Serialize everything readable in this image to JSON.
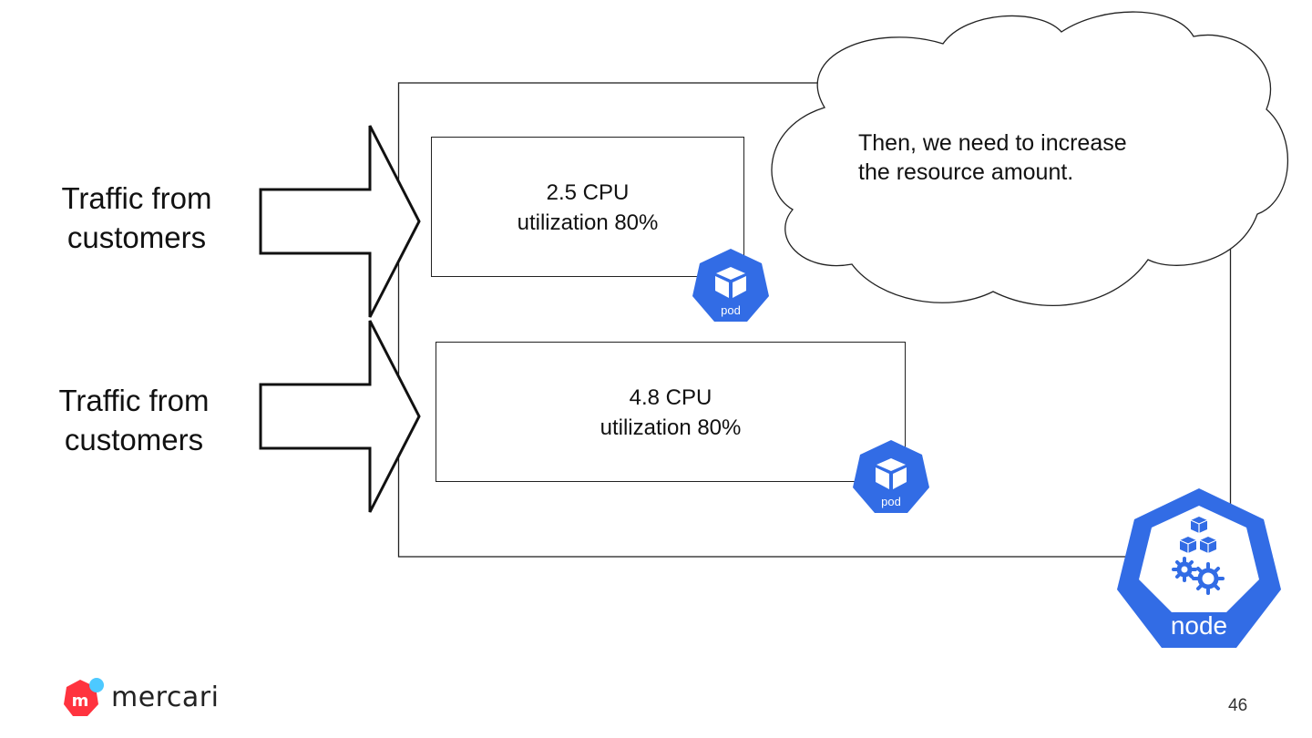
{
  "traffic_labels": [
    "Traffic from\ncustomers",
    "Traffic from\ncustomers"
  ],
  "pods": [
    {
      "cpu": "2.5 CPU",
      "utilization": "utilization 80%",
      "icon_label": "pod"
    },
    {
      "cpu": "4.8 CPU",
      "utilization": "utilization 80%",
      "icon_label": "pod"
    }
  ],
  "callout": "Then, we need to increase\nthe resource amount.",
  "node": {
    "icon_label": "node"
  },
  "brand": {
    "name": "mercari",
    "logo_letter": "m"
  },
  "page_number": "46",
  "colors": {
    "k8s_blue": "#326CE5",
    "brand_red": "#FF333F",
    "brand_cyan": "#4DC9FF",
    "stroke": "#222222"
  },
  "icons": [
    "pod-icon",
    "node-icon",
    "mercari-logo-icon"
  ]
}
